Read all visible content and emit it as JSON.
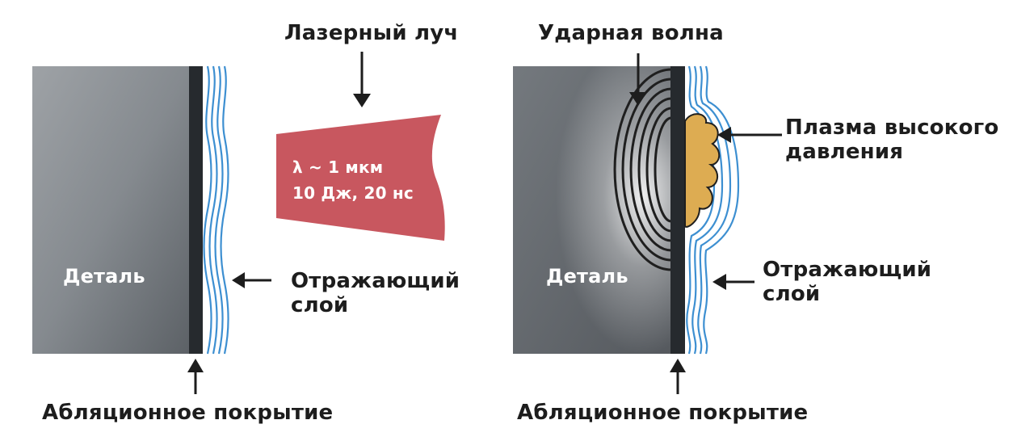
{
  "left_panel": {
    "part_label": "Деталь",
    "laser_label": "Лазерный луч",
    "beam_line1": "λ ~ 1 мкм",
    "beam_line2": "10 Дж, 20 нс",
    "reflective_line1": "Отражающий",
    "reflective_line2": "слой",
    "ablative_label": "Абляционное покрытие"
  },
  "right_panel": {
    "part_label": "Деталь",
    "shockwave_label": "Ударная волна",
    "plasma_line1": "Плазма высокого",
    "plasma_line2": "давления",
    "reflective_line1": "Отражающий",
    "reflective_line2": "слой",
    "ablative_label": "Абляционное покрытие"
  },
  "colors": {
    "text": "#1d1d1d",
    "ablative_coating": "#262a2e",
    "reflective_waves": "#3d8fd1",
    "laser_beam": "#c8575f",
    "plasma": "#ddac52",
    "shock_wave": "#1f1f1f"
  }
}
